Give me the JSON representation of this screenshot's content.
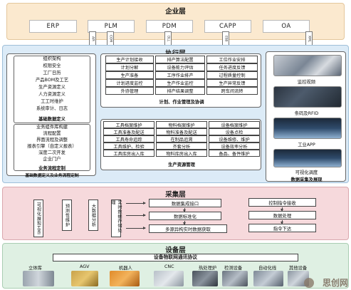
{
  "enterprise": {
    "title": "企业层",
    "systems": [
      "ERP",
      "PLM",
      "PDM",
      "CAPP",
      "OA"
    ]
  },
  "interfaces": {
    "left": [
      "API",
      "COM",
      "DLL"
    ],
    "right": [
      "ESB",
      "XML"
    ]
  },
  "execution": {
    "title": "执行层",
    "basic": {
      "items": [
        "组织架构",
        "权限安全",
        "工厂日历",
        "产品BOM及工艺",
        "生产资源定义",
        "人力资源定义",
        "工工时维护",
        "系统审计、日志"
      ],
      "label": "基础数据定义"
    },
    "process": {
      "items": [
        "业务组件库构建",
        "流程配置",
        "界面流程及调整",
        "报表引擎（自定义报表）",
        "深度二次开发",
        "企业门户"
      ],
      "label": "业务流程定制"
    },
    "bottom_label": "基础数据定义及业务流程定制",
    "planning": {
      "col1": [
        "生产计划接收",
        "计划分解",
        "生产准备",
        "计划进度监控",
        "外协管理"
      ],
      "col2": [
        "排产算法配置",
        "设备能力评估",
        "工序作业排产",
        "生产作业监控",
        "排产结果调整"
      ],
      "col3": [
        "工位作业安排",
        "任务进度反馈",
        "过程质量控制",
        "生产异常反馈",
        "跨车间流转"
      ],
      "label": "计划、作业管理及协调"
    },
    "resources": {
      "rows": [
        [
          "工具档案维护",
          "物料档案维护",
          "设备档案维护"
        ],
        [
          "工具准备及配送",
          "物料准备及配送",
          "设备点检"
        ],
        [
          "工具寿命追踪",
          "在制品追溯",
          "设备维修、维护"
        ],
        [
          "工具维护、检验",
          "齐套分析",
          "设备效率分析"
        ],
        [
          "工具库房出入库",
          "物料库房出入库",
          "备品、备件维护"
        ]
      ],
      "label": "生产资源管理"
    },
    "collection": {
      "captions": [
        "监控视频",
        "条码及RFID",
        "工业APP",
        "可视化调度"
      ],
      "label": "数据采集及展现"
    }
  },
  "collection_layer": {
    "title": "采集层",
    "vertical": [
      "可视化展现HMI",
      "预测性维护",
      "大数据分析",
      "实时数据存储处理"
    ],
    "center": [
      "数据集成接口",
      "数据标准化",
      "多源异构实时数据获取"
    ],
    "right": [
      "控制指令接收",
      "数据处理",
      "指令下达"
    ]
  },
  "device_layer": {
    "title": "设备层",
    "protocol": "设备物联网通讯协议",
    "devices": [
      "立体库",
      "AGV",
      "机器人",
      "CNC",
      "热处理炉",
      "检测设备",
      "自动化线",
      "其他设备"
    ]
  },
  "watermark": "思创网"
}
